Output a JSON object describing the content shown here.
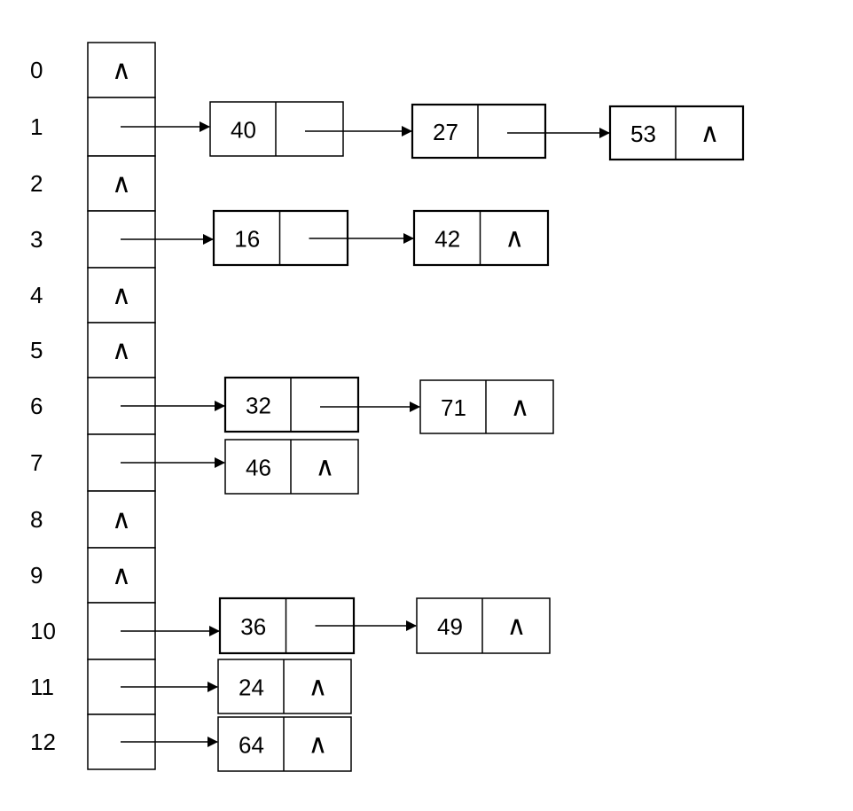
{
  "table": {
    "indices": [
      "0",
      "1",
      "2",
      "3",
      "4",
      "5",
      "6",
      "7",
      "8",
      "9",
      "10",
      "11",
      "12"
    ],
    "null_symbol": "∧"
  },
  "chains": [
    {
      "index": "1",
      "nodes": [
        "40",
        "27",
        "53"
      ]
    },
    {
      "index": "3",
      "nodes": [
        "16",
        "42"
      ]
    },
    {
      "index": "6",
      "nodes": [
        "32",
        "71"
      ]
    },
    {
      "index": "7",
      "nodes": [
        "46"
      ]
    },
    {
      "index": "10",
      "nodes": [
        "36",
        "49"
      ]
    },
    {
      "index": "11",
      "nodes": [
        "24"
      ]
    },
    {
      "index": "12",
      "nodes": [
        "64"
      ]
    }
  ]
}
